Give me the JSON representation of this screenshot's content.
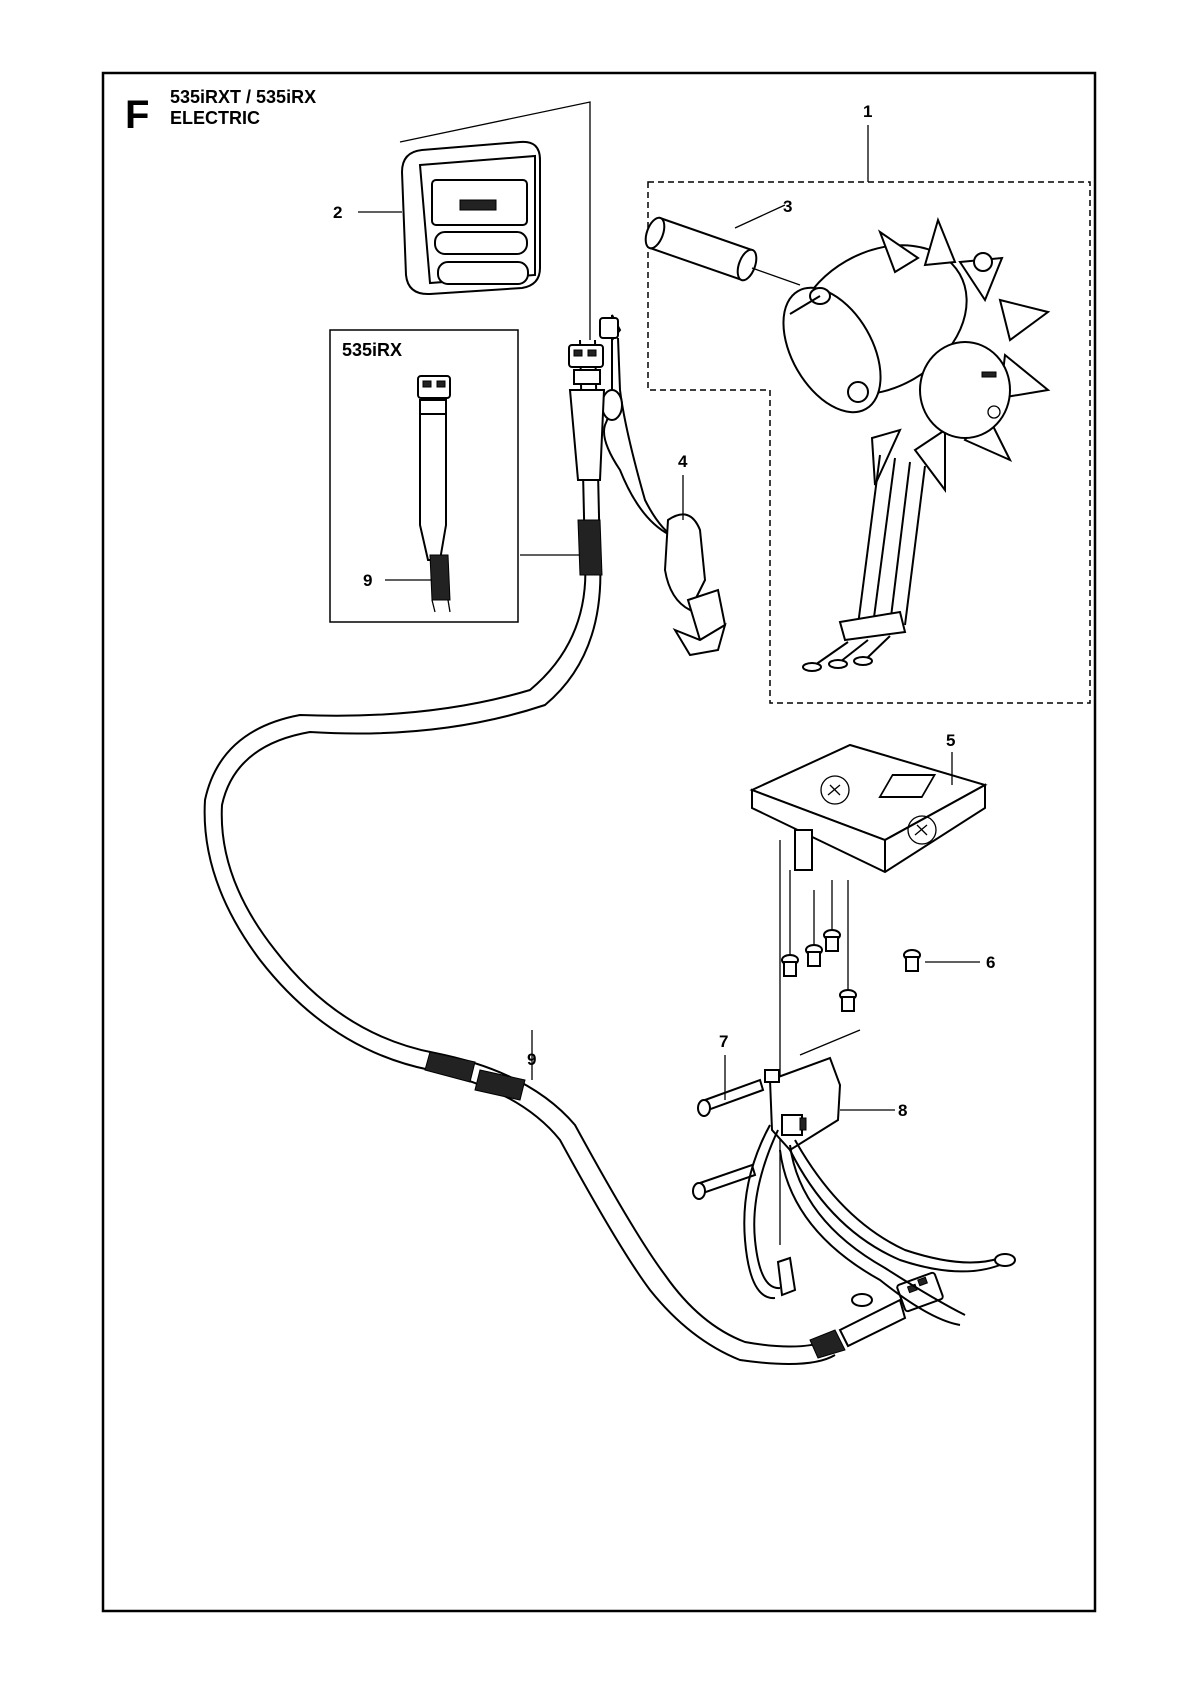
{
  "section_letter": "F",
  "header": {
    "model_line": "535iRXT / 535iRX",
    "subtitle": "ELECTRIC"
  },
  "inset_title": "535iRX",
  "callouts": {
    "p1": "1",
    "p2": "2",
    "p3": "3",
    "p4": "4",
    "p5": "5",
    "p6": "6",
    "p7": "7",
    "p8": "8",
    "p9_inset": "9",
    "p9_main": "9"
  }
}
